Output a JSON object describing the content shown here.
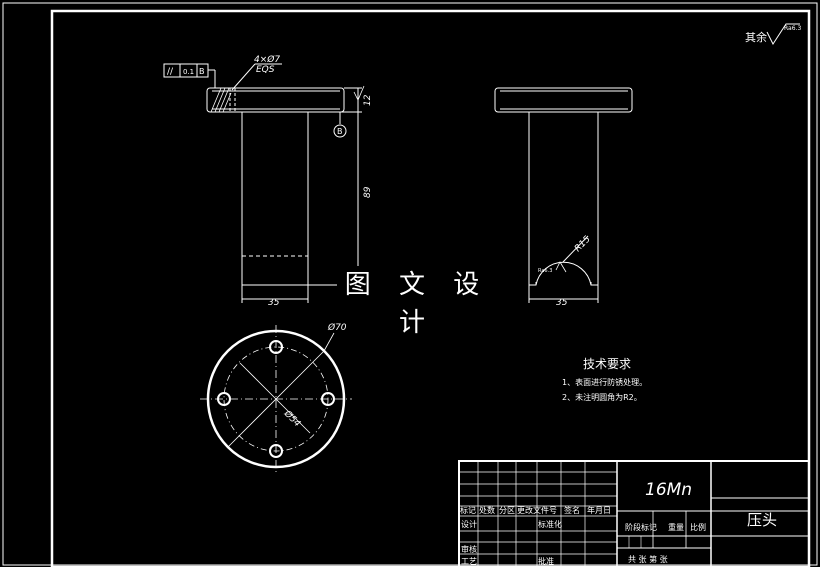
{
  "watermark": "图 文 设 计",
  "roughness": {
    "prefix": "其余",
    "value": "Ra6.3",
    "hole_value": "Ra6.3"
  },
  "front_view": {
    "hole_callout": "4×Ø7",
    "hole_sub": "EQS",
    "tolerance_symbol": "//",
    "tolerance_value": "0.1",
    "tolerance_datum": "B",
    "datum_label": "B",
    "dim_flange": "12",
    "dim_height": "89",
    "dim_width": "35"
  },
  "side_view": {
    "dim_width": "35",
    "dim_radius": "R15"
  },
  "bottom_view": {
    "dim_outer": "Ø70",
    "dim_pcd": "Ø54"
  },
  "tech_requirements": {
    "title": "技术要求",
    "items": [
      "1、表面进行防锈处理。",
      "2、未注明圆角为R2。"
    ]
  },
  "title_block": {
    "material": "16Mn",
    "part_name": "压头",
    "headers": [
      "标记",
      "处数",
      "分区",
      "更改文件号",
      "签名",
      "年月日"
    ],
    "row_design": "设计",
    "row_standard": "标准化",
    "row_review": "审核",
    "row_process": "工艺",
    "row_approve": "批准",
    "stage_mark": "阶段标记",
    "weight": "重量",
    "scale": "比例",
    "sheets": "共   张   第   张"
  }
}
